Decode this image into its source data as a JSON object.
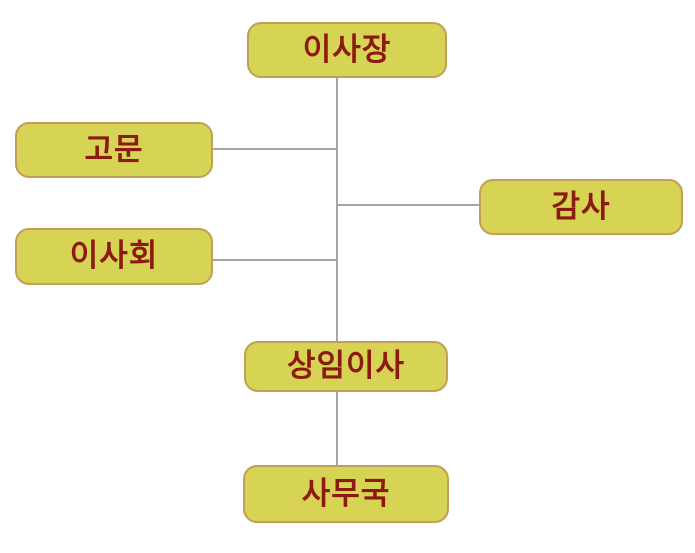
{
  "diagram": {
    "type": "org-chart",
    "nodes": [
      {
        "id": "chairman",
        "label": "이사장"
      },
      {
        "id": "advisor",
        "label": "고문"
      },
      {
        "id": "auditor",
        "label": "감사"
      },
      {
        "id": "board",
        "label": "이사회"
      },
      {
        "id": "executive",
        "label": "상임이사"
      },
      {
        "id": "secretariat",
        "label": "사무국"
      }
    ],
    "edges": [
      {
        "from": "chairman",
        "to": "executive"
      },
      {
        "from": "advisor",
        "to": "chairman"
      },
      {
        "from": "auditor",
        "to": "chairman"
      },
      {
        "from": "board",
        "to": "chairman"
      },
      {
        "from": "executive",
        "to": "secretariat"
      }
    ],
    "colors": {
      "node_fill": "#d6d355",
      "node_border": "#bfa054",
      "node_text": "#8b1a10",
      "connector": "#a6a6a6",
      "background": "#ffffff"
    }
  }
}
